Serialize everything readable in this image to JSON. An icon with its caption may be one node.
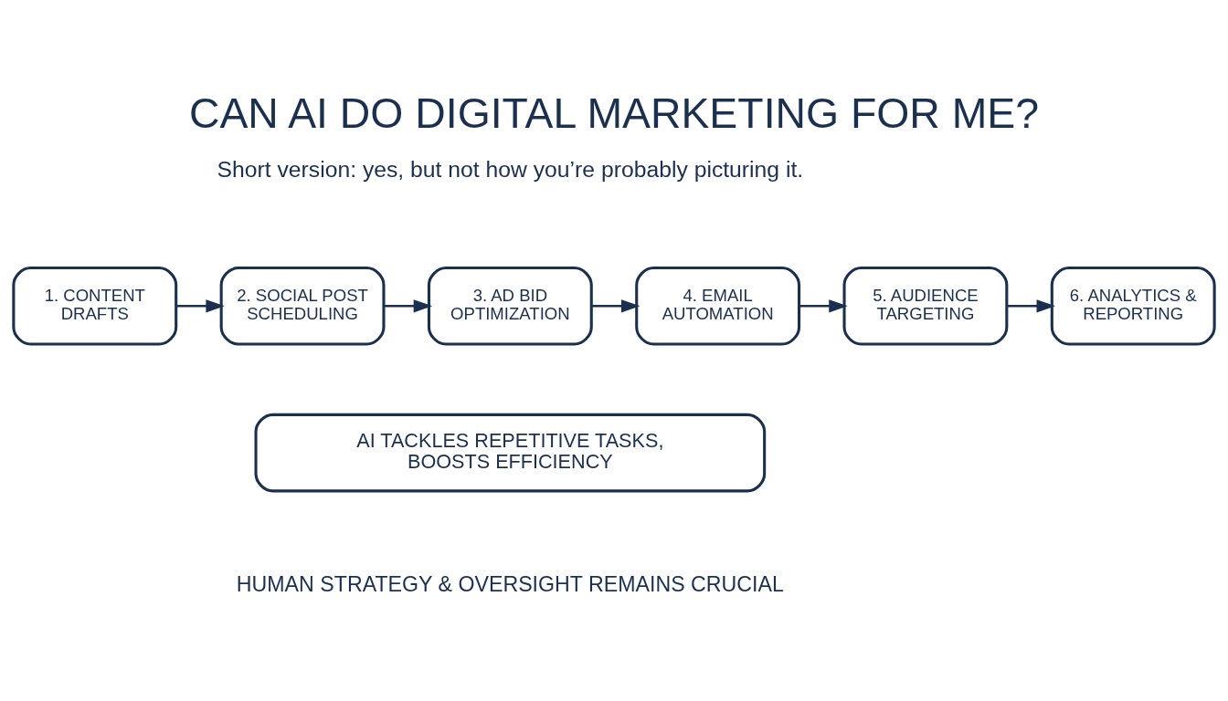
{
  "diagram": {
    "title": "CAN AI DO DIGITAL MARKETING FOR ME?",
    "nodes": [
      {
        "text": [
          "1. CONTENT DRAFTS"
        ]
      },
      {
        "text": [
          "2. SOCIAL POST SCHEDULING"
        ]
      },
      {
        "text": [
          "3. AD BID OPTIMIZATION"
        ]
      },
      {
        "text": [
          "4. EMAIL AUTOMATION"
        ]
      },
      {
        "text": [
          "5. AUDIENCE TARGETING"
        ]
      },
      {
        "text": [
          "6. ANALYTICS & REPORTING"
        ]
      },
      {
        "text": [
          "AI TACKLES REPETITIVE TASKS, BOOSTS EFFICIENCY"
        ]
      }
    ],
    "edges": [
      {
        "from": 0,
        "to": 1,
        "arrow": "to"
      },
      {
        "from": 1,
        "to": 2,
        "arrow": "to"
      },
      {
        "from": 2,
        "to": 3,
        "arrow": "to"
      },
      {
        "from": 3,
        "to": 4,
        "arrow": "to"
      },
      {
        "from": 4,
        "to": 5,
        "arrow": "to"
      }
    ],
    "labels": [
      "Short version: yes, but not how you’re probably picturing it.",
      "HUMAN STRATEGY & OVERSIGHT REMAINS CRUCIAL"
    ]
  }
}
